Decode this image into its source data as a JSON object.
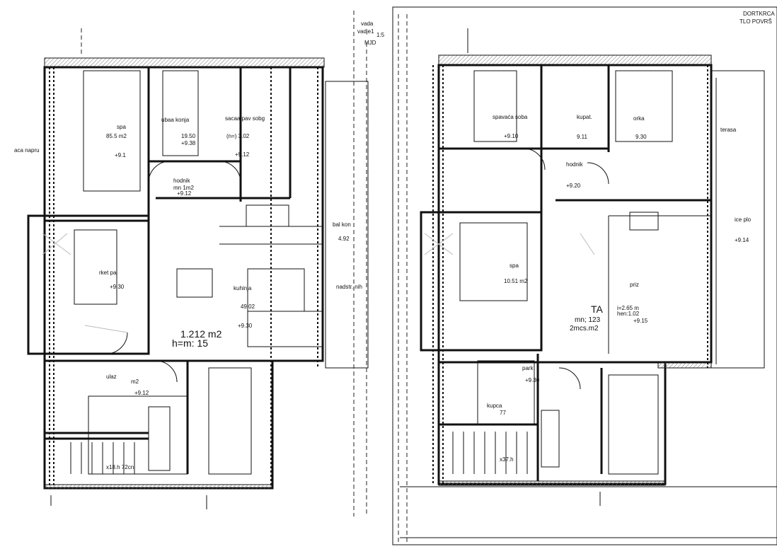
{
  "left_sheet": {
    "title_block": [
      "vada",
      "vadje1",
      "1:5",
      "MJD"
    ],
    "rooms": [
      {
        "name": "spa",
        "area": "85.5 m2",
        "level": "+9.1"
      },
      {
        "name": "ubaa konja",
        "area": "19.50",
        "level": "+9.38"
      },
      {
        "name": "sacaa pav sobg",
        "area": "(n=) 3.02",
        "level": "+9.12"
      },
      {
        "name": "hodnik",
        "area": "mn 1m2",
        "level": "+9.12"
      },
      {
        "name": "aca napru",
        "area": "",
        "level": ""
      },
      {
        "name": "bal kon",
        "area": "",
        "level": "4.92"
      },
      {
        "name": "rket pa",
        "area": "",
        "level": "+9.30"
      },
      {
        "name": "kuhinja",
        "area": "49.02",
        "level": "+9.30"
      },
      {
        "name": "ulaz",
        "area": "m2",
        "level": "+9.12"
      },
      {
        "name": "nadstr. nih",
        "area": "",
        "level": ""
      }
    ],
    "total_area": "1.212 m2",
    "height": "h=m: 15",
    "stair": "x18.h 72cn"
  },
  "right_sheet": {
    "title_block": [
      "DORTKRCA",
      "TLO POVRŠ"
    ],
    "rooms": [
      {
        "name": "spavaća soba",
        "area": "",
        "level": "+9.10"
      },
      {
        "name": "kupat.",
        "area": "",
        "level": "9.11"
      },
      {
        "name": "orka",
        "area": "",
        "level": "9.30"
      },
      {
        "name": "hodnik",
        "area": "",
        "level": "+9.20"
      },
      {
        "name": "terasa",
        "area": "",
        "level": ""
      },
      {
        "name": "spa",
        "area": "10.51 m2",
        "level": ""
      },
      {
        "name": "TA",
        "area": "mn; 123",
        "level": "2mcs.m2"
      },
      {
        "name": "priz",
        "area": "i=2.65 m",
        "level": "+9.15"
      },
      {
        "name": "ice plo",
        "area": "",
        "level": "+9.14"
      },
      {
        "name": "kupca",
        "area": "77",
        "level": ""
      },
      {
        "name": "park",
        "area": "",
        "level": "+9.30"
      }
    ],
    "height": "hen:1.02",
    "stair": "x37.h"
  }
}
